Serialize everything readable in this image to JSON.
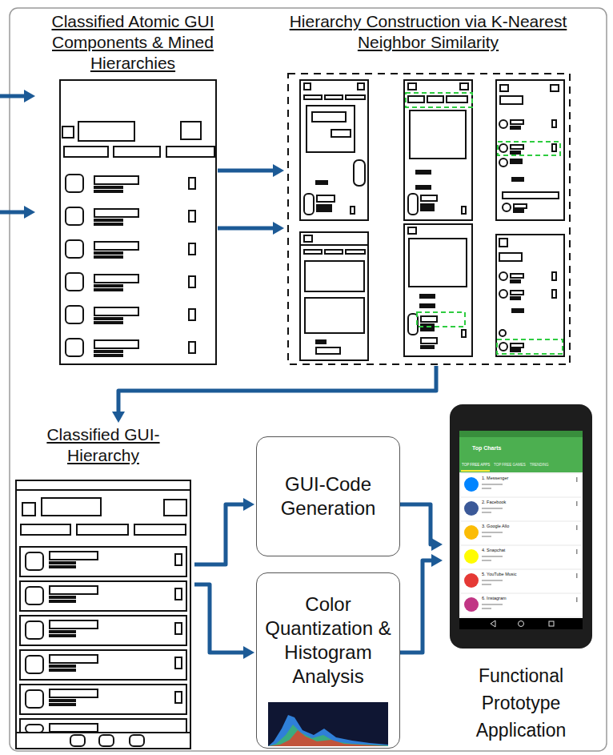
{
  "diagram": {
    "nodes": [
      {
        "text": [
          "Classified Atomic GUI Components & Mined Hierarchies"
        ]
      },
      {
        "text": [
          "Hierarchy Construction via K-Nearest Neighbor Similarity"
        ]
      },
      {
        "text": [
          "Classified GUI-Hierarchy"
        ]
      },
      {
        "text": [
          "GUI-Code Generation"
        ]
      },
      {
        "text": [
          "Color Quantization & Histogram Analysis"
        ]
      },
      {
        "text": [
          "Functional Prototype Application"
        ]
      }
    ],
    "edges": [
      {
        "from": 0,
        "to": 1,
        "arrow": "to"
      },
      {
        "from": 0,
        "to": 1,
        "arrow": "to"
      },
      {
        "from": 1,
        "to": 2,
        "arrow": "to"
      },
      {
        "from": 2,
        "to": 3,
        "arrow": "to"
      },
      {
        "from": 2,
        "to": 4,
        "arrow": "to"
      },
      {
        "from": 3,
        "to": 5,
        "arrow": "to"
      },
      {
        "from": 4,
        "to": 5,
        "arrow": "to"
      }
    ],
    "labels": [
      "Top Charts",
      "TOP FREE APPS",
      "TOP FREE GAMES",
      "TRENDING",
      "1. Messenger",
      "2. Facebook",
      "3. Google Allo",
      "4. Snapchat",
      "5. YouTube Music",
      "6. Instagram"
    ]
  }
}
